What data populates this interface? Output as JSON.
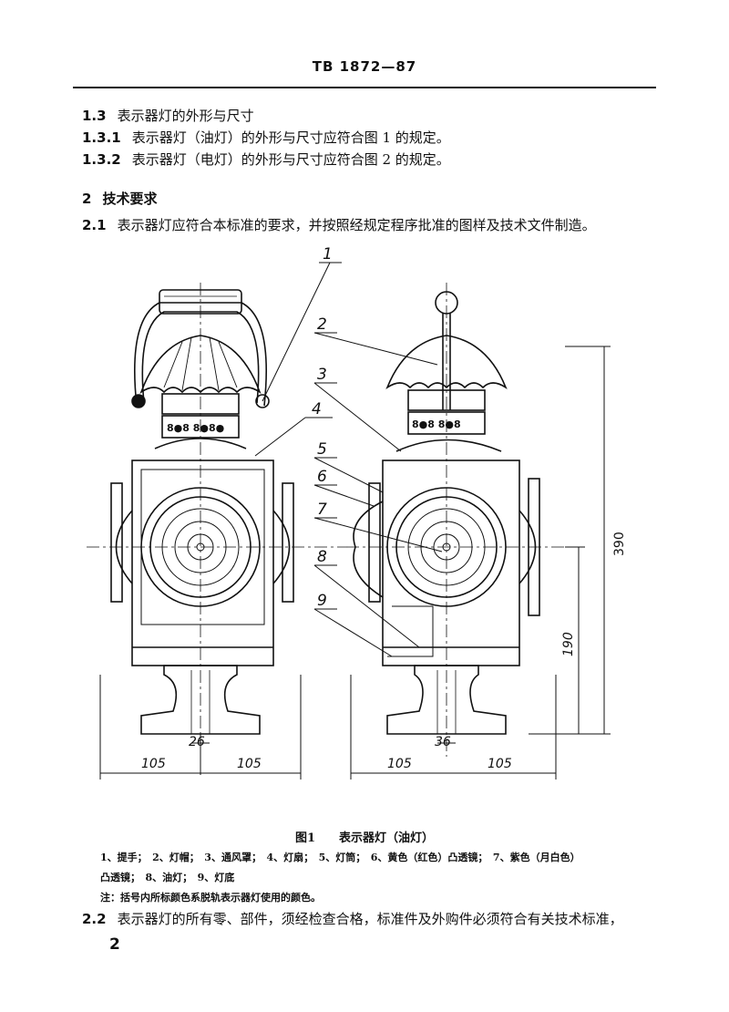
{
  "header": "TB 1872—87",
  "sections": [
    {
      "num": "1.3",
      "text": "表示器灯的外形与尺寸"
    },
    {
      "num": "1.3.1",
      "text": "表示器灯（油灯）的外形与尺寸应符合图 1 的规定。"
    },
    {
      "num": "1.3.2",
      "text": "表示器灯（电灯）的外形与尺寸应符合图 2 的规定。"
    },
    {
      "num": "2",
      "text": "技术要求"
    },
    {
      "num": "2.1",
      "text": "表示器灯应符合本标准的要求，并按照经规定程序批准的图样及技术文件制造。"
    },
    {
      "num": "2.2",
      "text": "表示器灯的所有零、部件，须经检查合格，标准件及外购件必须符合有关技术标准，"
    }
  ],
  "figure": {
    "callouts": [
      "1",
      "2",
      "3",
      "4",
      "5",
      "6",
      "7",
      "8",
      "9"
    ],
    "dimensions": {
      "w_left_a": "105",
      "w_right_a": "105",
      "w_left_b": "105",
      "w_right_b": "105",
      "base_a": "26",
      "base_b": "36",
      "height_total": "390",
      "height_center": "190"
    },
    "caption": "图1　　表示器灯（油灯）",
    "legend_line1": "1、提手；　2、灯帽；　3、通风罩；　4、灯扇；　5、灯筒；　6、黄色（红色）凸透镜；　7、紫色（月白色）",
    "legend_line2": "凸透镜；　8、油灯；　9、灯底",
    "note": "注：括号内所标颜色系脱轨表示器灯使用的颜色。"
  },
  "page_number": "2"
}
